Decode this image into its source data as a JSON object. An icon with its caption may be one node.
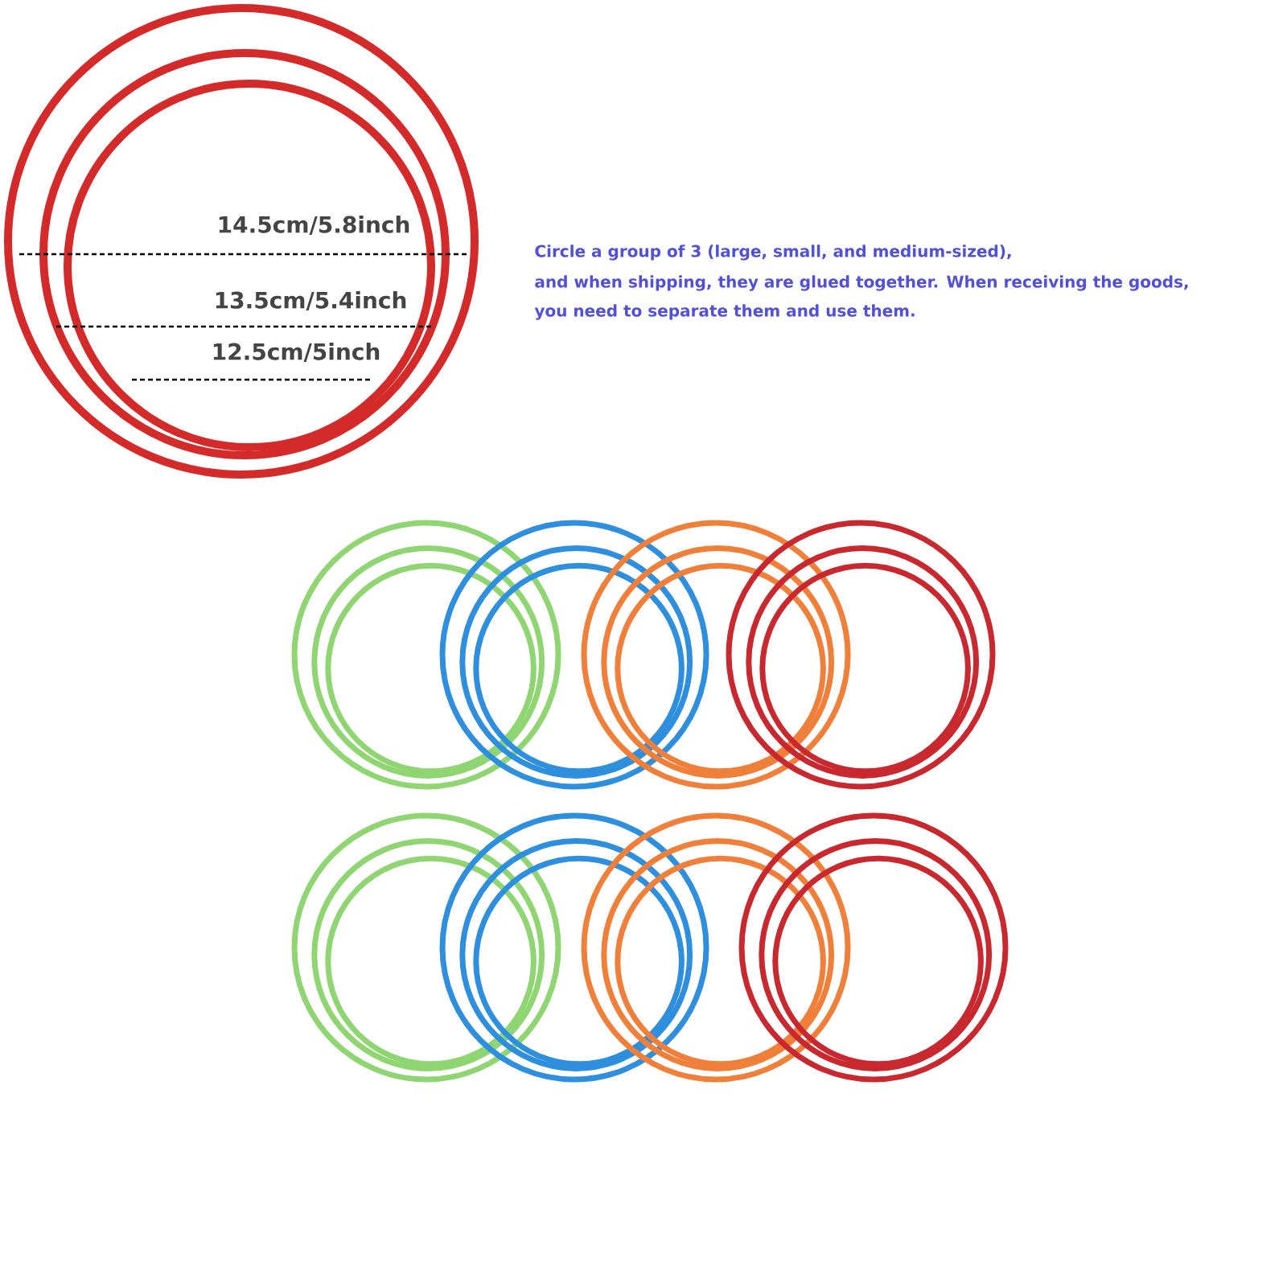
{
  "diagram": {
    "labels": [
      "14.5cm/5.8inch",
      "13.5cm/5.4inch",
      "12.5cm/5inch",
      "Circle a group of 3 (large, small, and medium-sized),",
      "and when shipping, they are glued together. When receiving the goods,",
      "you need to separate them and use them."
    ]
  }
}
